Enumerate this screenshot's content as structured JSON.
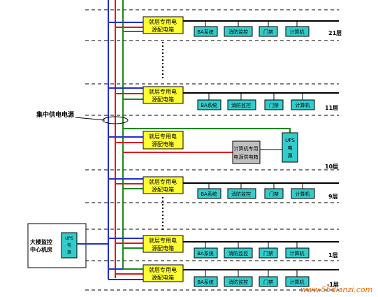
{
  "diagram": {
    "bus_label": "集中供电电源",
    "floor_box_label": [
      "就层专用电",
      "源配电箱"
    ],
    "devices": [
      "BA系统",
      "消防监控",
      "门禁",
      "计算机"
    ],
    "control_room_label": [
      "大楼监控",
      "中心机房"
    ],
    "ups_label": [
      "UPS",
      "电",
      "源"
    ],
    "computer_box_label": [
      "计算机专用",
      "电源供电箱"
    ],
    "floors": [
      "21层",
      "11层",
      "10层",
      "9层",
      "1层",
      "-1层"
    ],
    "watermark": "www.55dianzi.com"
  },
  "colors": {
    "blue": "#1f2fd0",
    "red": "#e01818",
    "green": "#1a8a1a",
    "box_yellow": "#ffff33",
    "device_cyan": "#33cccc",
    "gray_box": "#c0c0c0",
    "watermark": "#ff6600"
  }
}
